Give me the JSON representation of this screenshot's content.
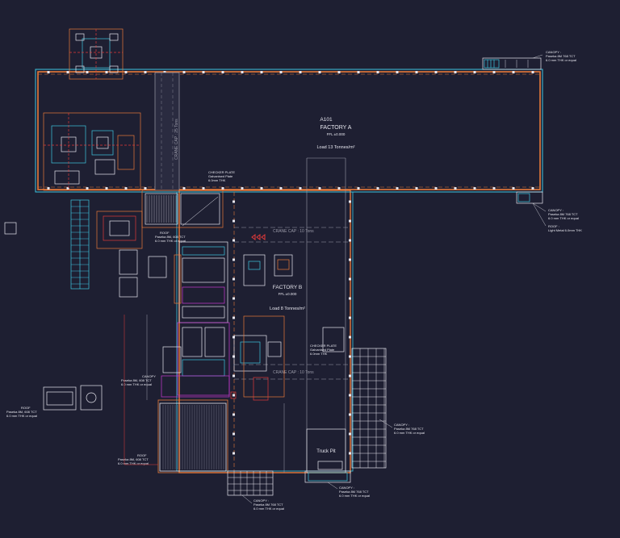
{
  "colors": {
    "background": "#1e1f32",
    "wall": "#e87a3a",
    "cyan": "#3ec6e0",
    "white": "#e6e6ee",
    "grey": "#9a9aa8",
    "red": "#e23a3a",
    "magenta": "#c83ad2",
    "green": "#4ad06a",
    "orange": "#f09a2a"
  },
  "labels": {
    "factory_a_code": "A101",
    "factory_a_name": "FACTORY A",
    "factory_a_ffl": "FFL ±0.000",
    "factory_a_load": "Load 13 Tonnes/m²",
    "crane_a": "CRANE CAP : 25 Tons",
    "checker_plate_top_1": "CHECKER PLATE",
    "checker_plate_top_2": "Galvanised Plate",
    "checker_plate_top_3": "6.0mm THK",
    "roof_mid_1": "ROOF",
    "roof_mid_2": "Paseka 8M, 608 TCT",
    "roof_mid_3": "6.0 mm THK or equal",
    "crane_b1": "CRANE CAP : 10 Tons",
    "factory_b_name": "FACTORY B",
    "factory_b_ffl": "FFL ±0.000",
    "factory_b_load": "Load 8 Tonnes/m²",
    "checker_plate_mid_1": "CHECKER PLATE",
    "checker_plate_mid_2": "Galvanised Plate",
    "checker_plate_mid_3": "6.0mm THK",
    "crane_b2": "CRANE CAP : 10 Tons",
    "truck_pit": "Truck Pit",
    "canopy_tr_1": "CANOPY :",
    "canopy_tr_2": "Paseka 8M 768 TCT",
    "canopy_tr_3": "6.0 mm THK or equal",
    "canopy_r1_1": "CANOPY :",
    "canopy_r1_2": "Paseka 8M 768 TCT",
    "canopy_r1_3": "6.0 mm THK or equal",
    "roof_r_1": "ROOF :",
    "roof_r_2": "Light Metal 6.0mm THK",
    "canopy_left_1": "CANOPY",
    "canopy_left_2": "Paseka 8M, 608 TCT",
    "canopy_left_3": "6.0 mm THK or equal",
    "roof_far_left_1": "ROOF",
    "roof_far_left_2": "Paseka 8M, 608 TCT",
    "roof_far_left_3": "6.0 mm THK or equal",
    "roof_bl_1": "ROOF",
    "roof_bl_2": "Paseka 8M, 608 TCT",
    "roof_bl_3": "6.0 mm THK or equal",
    "canopy_br_1": "CANOPY :",
    "canopy_br_2": "Paseka 8M 768 TCT",
    "canopy_br_3": "6.0 mm THK or equal",
    "canopy_bot1_1": "CANOPY :",
    "canopy_bot1_2": "Paseka 8M 768 TCT",
    "canopy_bot1_3": "6.0 mm THK or equal",
    "canopy_bot2_1": "CANOPY :",
    "canopy_bot2_2": "Paseka 8M 768 TCT",
    "canopy_bot2_3": "6.0 mm THK or equal"
  }
}
